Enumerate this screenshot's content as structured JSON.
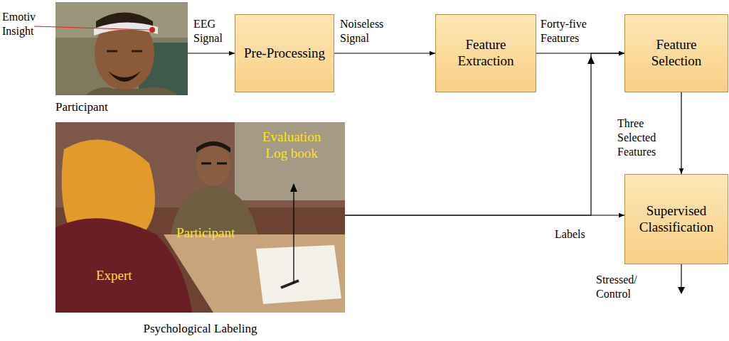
{
  "diagram": {
    "nodes": [
      {
        "text": [
          "Participant"
        ]
      },
      {
        "text": [
          "Pre-Processing"
        ]
      },
      {
        "text": [
          "Feature Extraction"
        ]
      },
      {
        "text": [
          "Feature Selection"
        ]
      },
      {
        "text": [
          "Supervised Classification"
        ]
      },
      {
        "text": [
          "Evaluation Log book",
          "Participant",
          "Expert",
          "Psychological Labeling"
        ]
      }
    ],
    "edges": [
      {
        "from": 0,
        "to": 1,
        "arrow": "to",
        "label": "EEG Signal"
      },
      {
        "from": 1,
        "to": 2,
        "arrow": "to",
        "label": "Noiseless Signal"
      },
      {
        "from": 2,
        "to": 3,
        "arrow": "to",
        "label": "Forty-five Features"
      },
      {
        "from": 3,
        "to": 4,
        "arrow": "to",
        "label": "Three Selected Features"
      },
      {
        "from": 5,
        "to": 4,
        "arrow": "to",
        "label": "Labels"
      },
      {
        "from": 5,
        "to": 3,
        "arrow": "to"
      }
    ],
    "labels": [
      "Emotiv Insight",
      "Stressed/ Control"
    ]
  }
}
